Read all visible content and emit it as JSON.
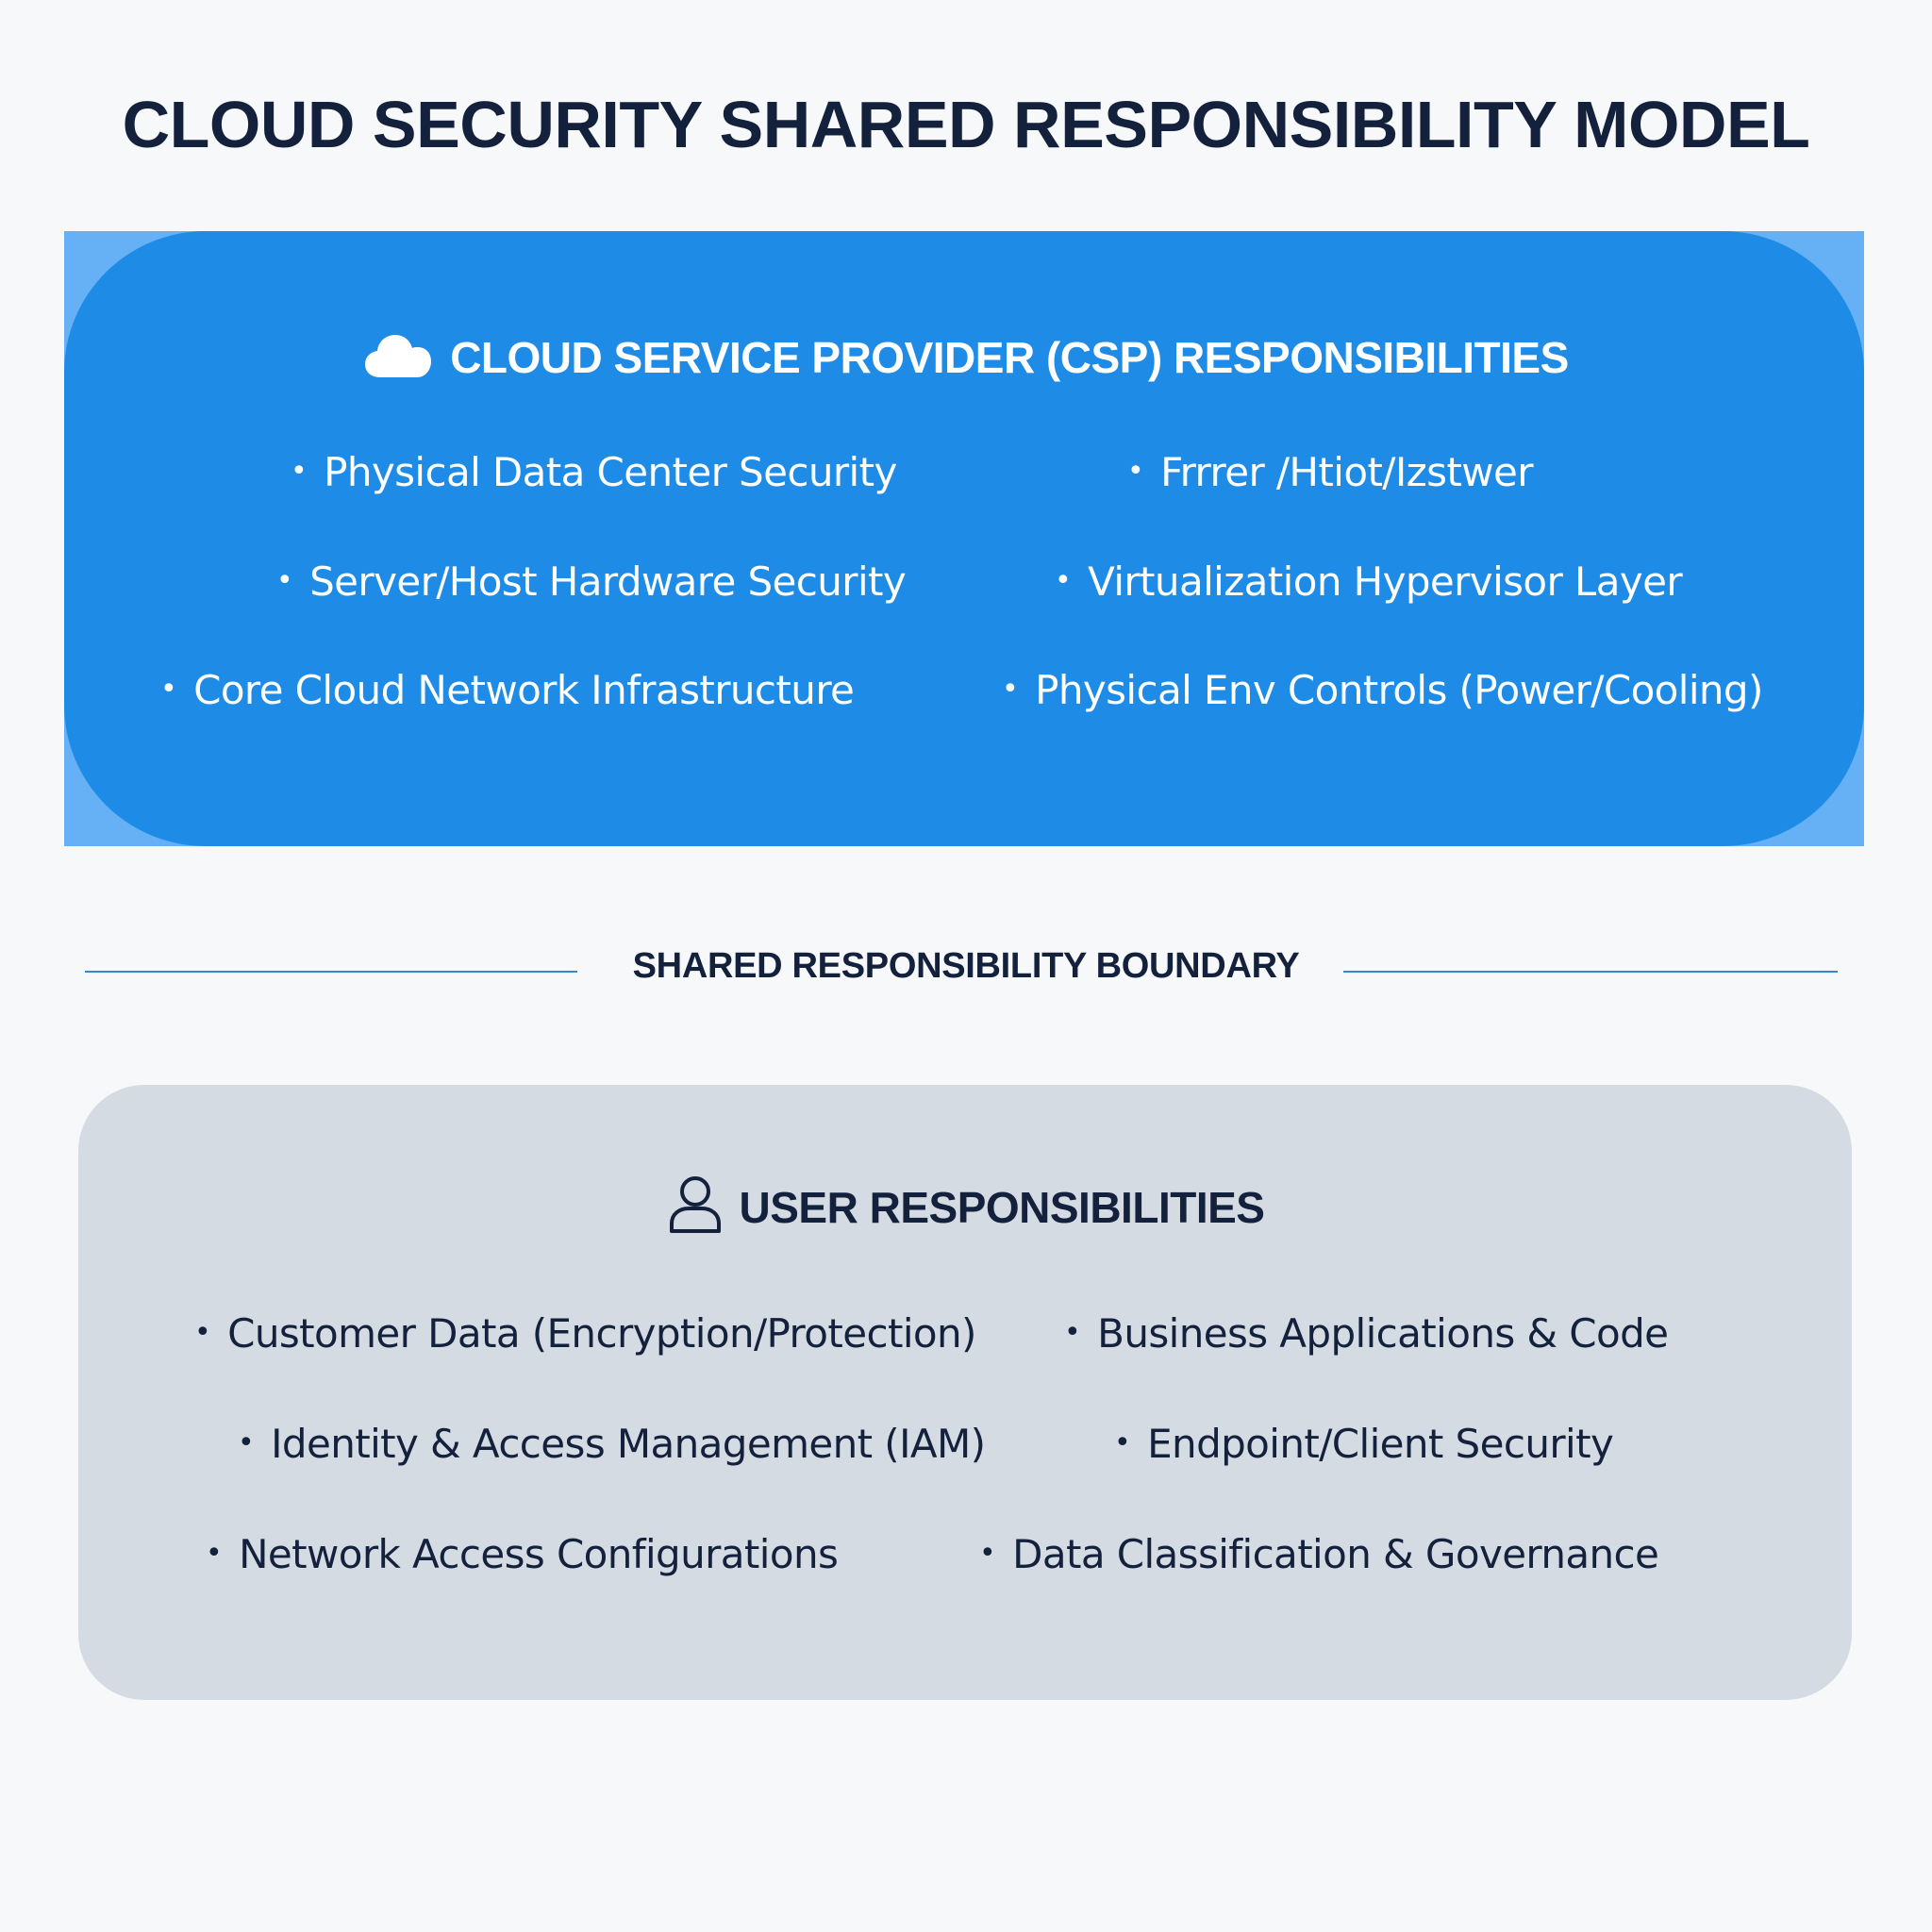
{
  "title": "CLOUD SECURITY SHARED RESPONSIBILITY MODEL",
  "csp": {
    "icon": "cloud-icon",
    "header": "CLOUD SERVICE PROVIDER (CSP) RESPONSIBILITIES",
    "items": [
      "Physical Data Center Security",
      "Frrrer /Htiot/Izstwer",
      "Server/Host Hardware Security",
      "Virtualization Hypervisor Layer",
      "Core Cloud Network Infrastructure",
      "Physical Env Controls (Power/Cooling)"
    ]
  },
  "boundary": {
    "label": "SHARED RESPONSIBILITY BOUNDARY"
  },
  "user": {
    "icon": "user-icon",
    "header": "USER RESPONSIBILITIES",
    "items": [
      "Customer Data (Encryption/Protection)",
      "Business Applications & Code",
      "Identity & Access Management (IAM)",
      "Endpoint/Client Security",
      "Network Access Configurations",
      "Data Classification & Governance"
    ]
  },
  "colors": {
    "title": "#14213d",
    "csp_panel": "#1e8be7",
    "user_panel": "#d5dbe3",
    "boundary_line": "#3a86c8"
  }
}
